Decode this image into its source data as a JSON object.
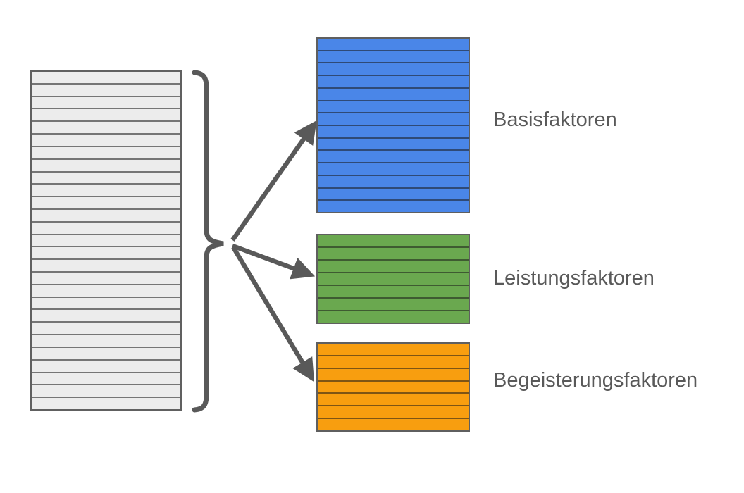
{
  "diagram": {
    "kind": "kano-model-factor-sorting",
    "background": "#ffffff",
    "text_color": "#595959",
    "connector_color": "#595959",
    "source_list": {
      "name": "unsorted-factor-list",
      "rows": 27,
      "fill": "#ececec",
      "divider": "#757575",
      "border": "#606060"
    },
    "brace": {
      "glyph": "curly-brace-right",
      "color": "#595959"
    },
    "categories": [
      {
        "id": "basis",
        "label": "Basisfaktoren",
        "fill": "#4a86e8",
        "rows": 14
      },
      {
        "id": "leistung",
        "label": "Leistungsfaktoren",
        "fill": "#6aa84f",
        "rows": 7
      },
      {
        "id": "begeisterung",
        "label": "Begeisterungsfaktoren",
        "fill": "#f89e0f",
        "rows": 7
      }
    ],
    "connectors": [
      {
        "from": "unsorted-factor-list",
        "to": "Basisfaktoren"
      },
      {
        "from": "unsorted-factor-list",
        "to": "Leistungsfaktoren"
      },
      {
        "from": "unsorted-factor-list",
        "to": "Begeisterungsfaktoren"
      }
    ]
  }
}
